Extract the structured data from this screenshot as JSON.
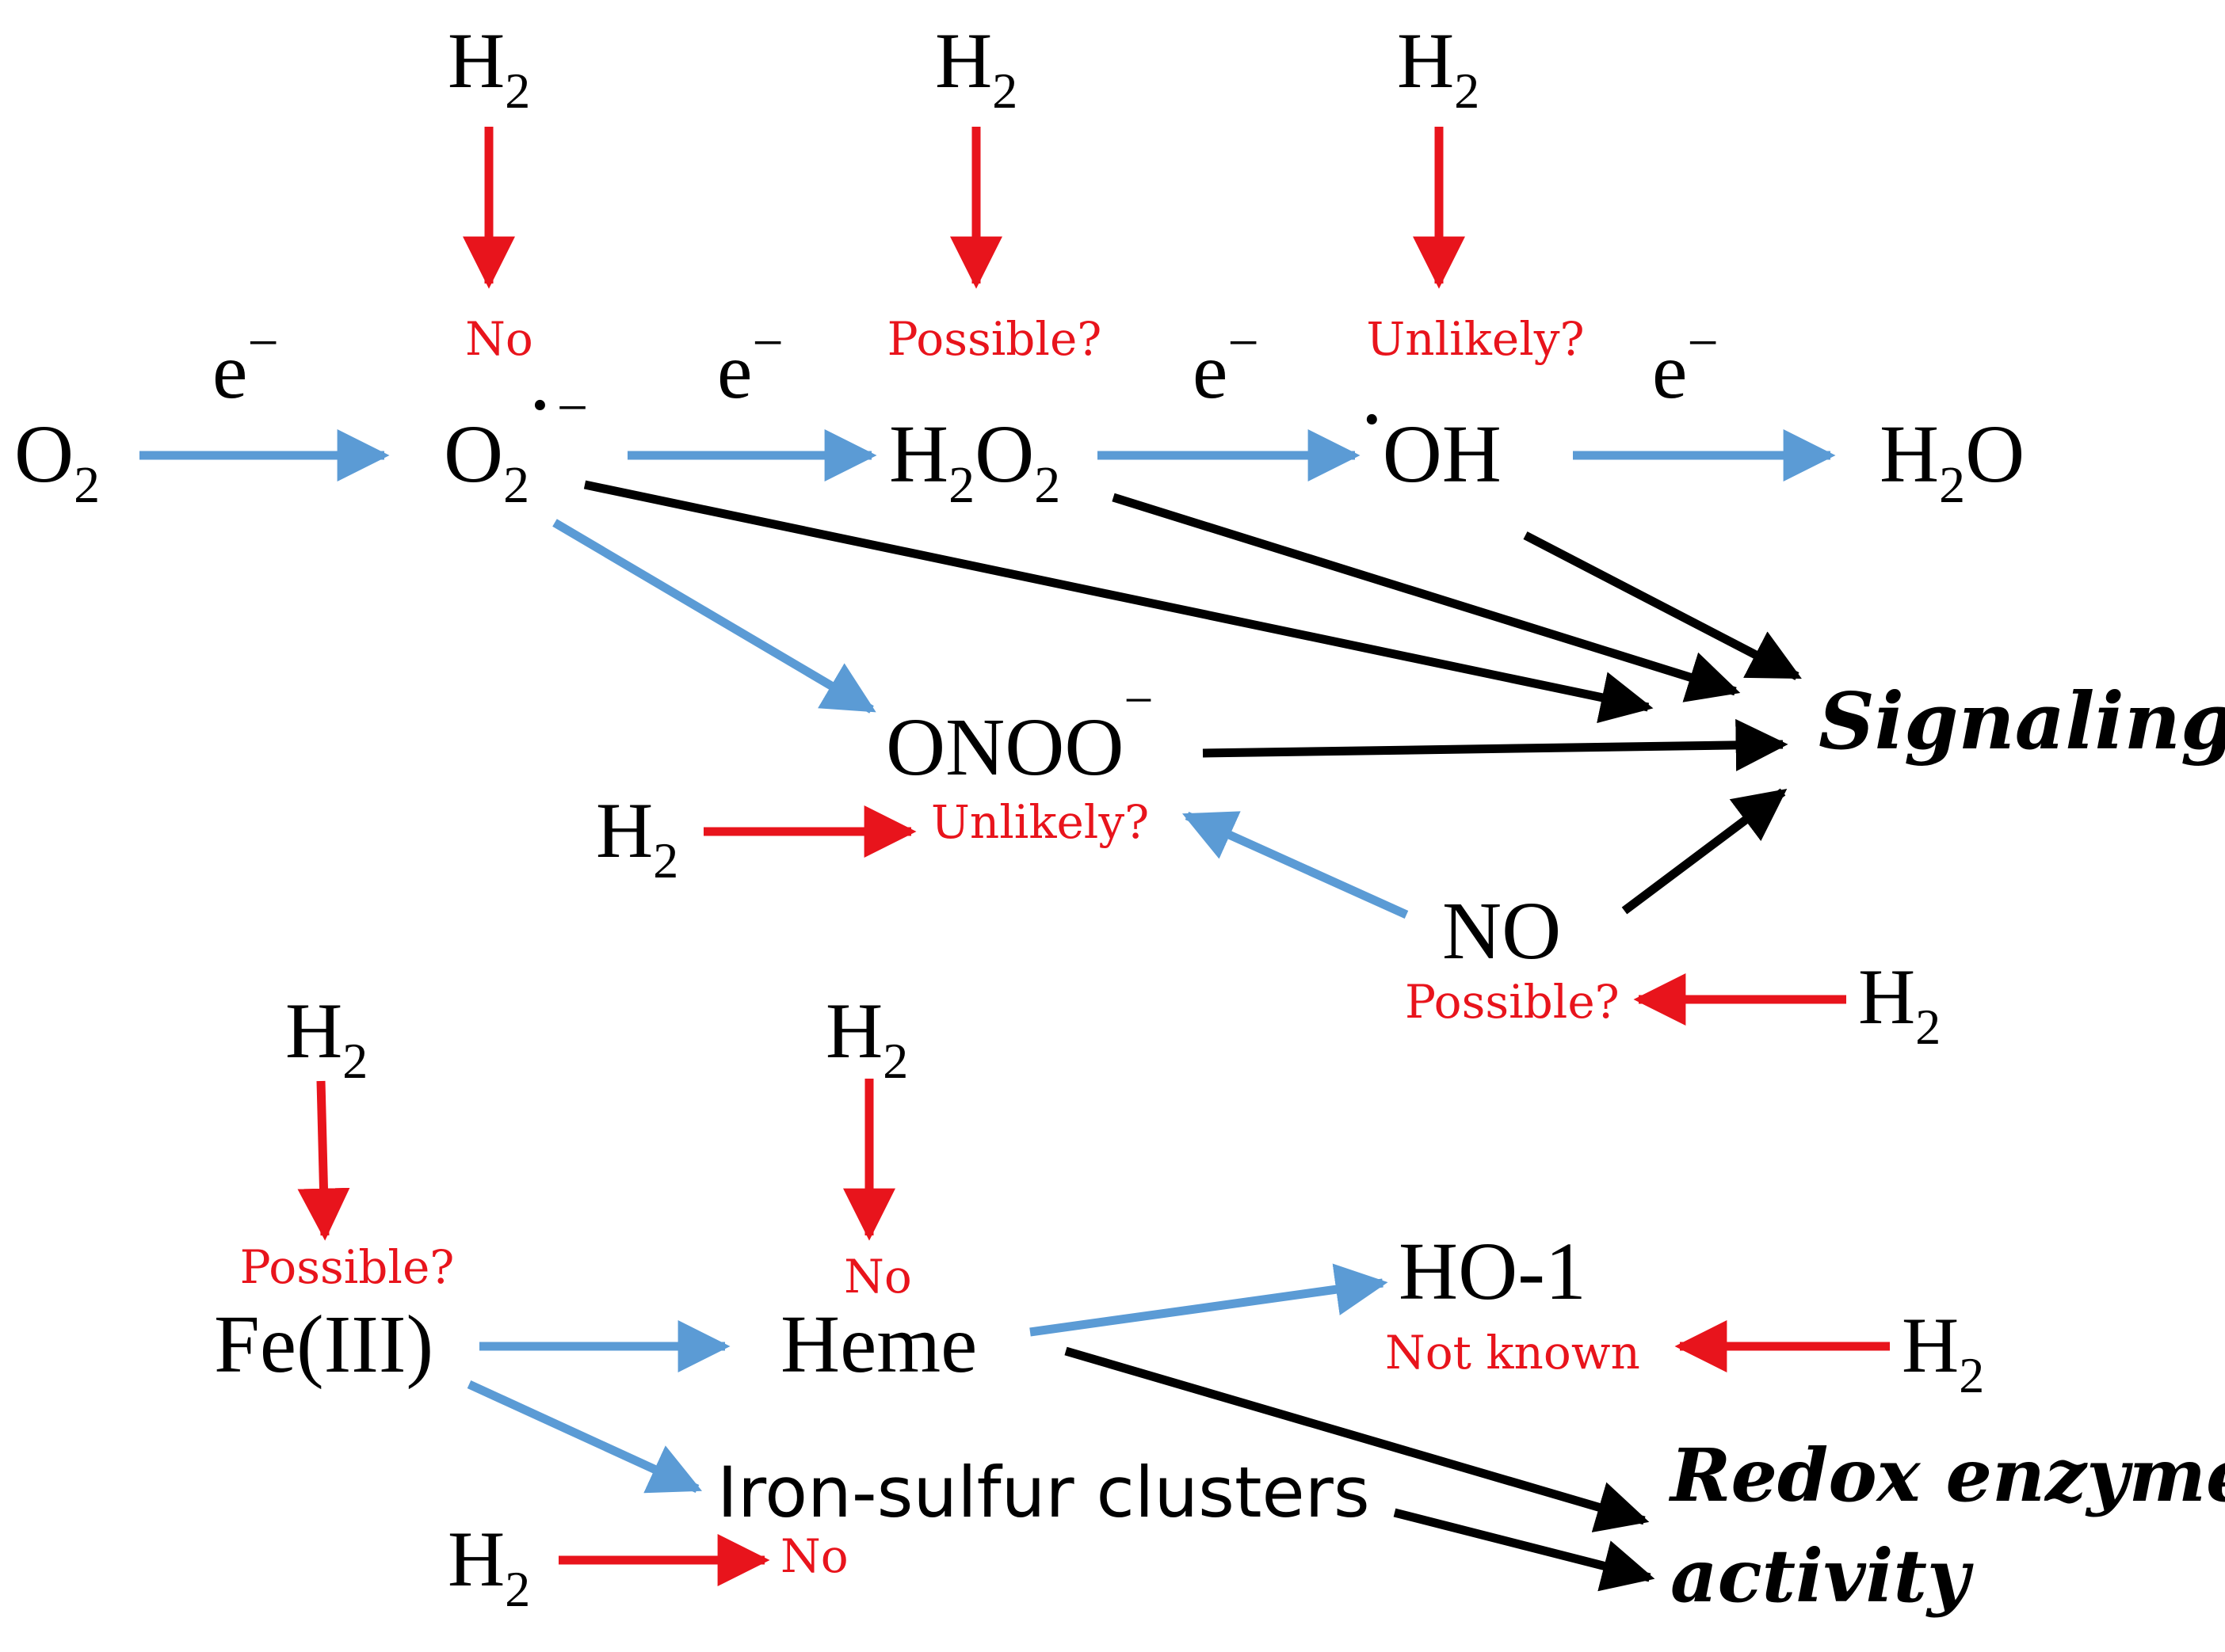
{
  "colors": {
    "blue": "#5b9bd5",
    "red": "#e8141c",
    "black": "#000000"
  },
  "species": {
    "o2": {
      "main": "O",
      "sub": "2"
    },
    "superoxide": {
      "main": "O",
      "sub": "2",
      "sup": "·",
      "minus": "−"
    },
    "h2o2": {
      "a": "H",
      "sub1": "2",
      "b": "O",
      "sub2": "2"
    },
    "hydroxyl": {
      "dot": "·",
      "main": "OH"
    },
    "water": {
      "a": "H",
      "sub": "2",
      "b": "O"
    },
    "peroxynitrite": {
      "main": "ONOO",
      "minus": "−"
    },
    "nitric_oxide": "NO",
    "iron": "Fe(III)",
    "heme": "Heme",
    "ho1": "HO-1",
    "fes": "Iron-sulfur clusters"
  },
  "electron": {
    "e": "e",
    "minus": "−"
  },
  "hydrogen": {
    "main": "H",
    "sub": "2"
  },
  "labels": {
    "superoxide": "No",
    "h2o2": "Possible?",
    "hydroxyl": "Unlikely?",
    "peroxynitrite": "Unlikely?",
    "nitric_oxide": "Possible?",
    "iron": "Possible?",
    "heme": "No",
    "ho1": "Not known",
    "fes": "No"
  },
  "outcomes": {
    "signaling": "Signaling",
    "redox_line1": "Redox enzyme",
    "redox_line2": "activity"
  }
}
